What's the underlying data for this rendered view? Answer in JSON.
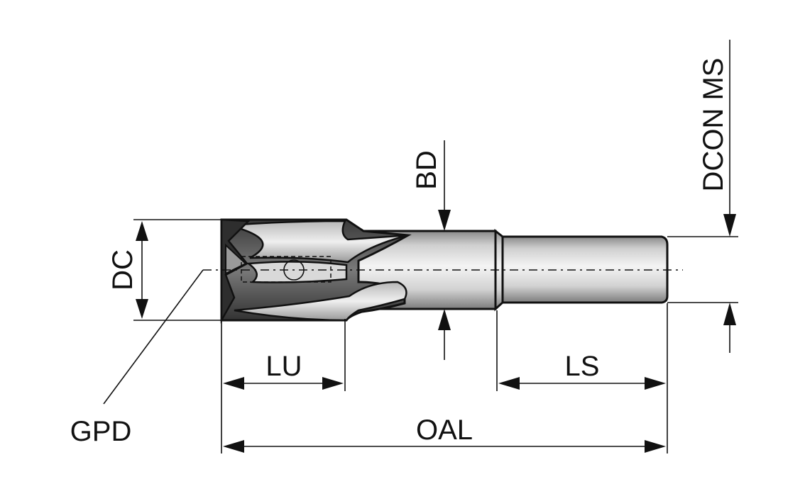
{
  "labels": {
    "dc": "DC",
    "bd": "BD",
    "dcon_ms": "DCON MS",
    "lu": "LU",
    "ls": "LS",
    "gpd": "GPD",
    "oal": "OAL"
  },
  "colors": {
    "line": "#111111",
    "fill_dark": "#4a4a4a",
    "fill_light": "#e6e6e6",
    "background": "#ffffff"
  }
}
